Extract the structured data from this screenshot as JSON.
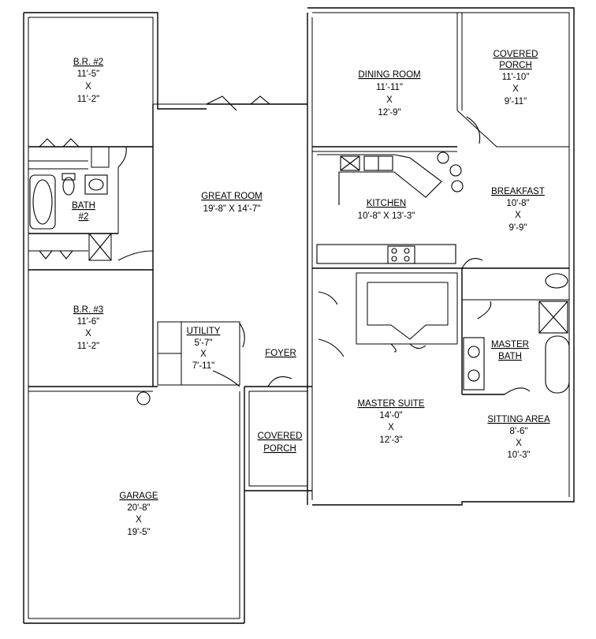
{
  "rooms": {
    "br2": {
      "name": "B.R. #2",
      "w": "11'-5\"",
      "x": "X",
      "h": "11'-2\""
    },
    "bath2": {
      "name": "BATH",
      "num": "#2"
    },
    "br3": {
      "name": "B.R. #3",
      "w": "11'-6\"",
      "x": "X",
      "h": "11'-2\""
    },
    "great_room": {
      "name": "GREAT ROOM",
      "dims": "19'-8\" X 14'-7\""
    },
    "utility": {
      "name": "UTILITY",
      "w": "5'-7\"",
      "x": "X",
      "h": "7'-11\""
    },
    "foyer": {
      "name": "FOYER"
    },
    "covered_porch_front": {
      "name1": "COVERED",
      "name2": "PORCH"
    },
    "garage": {
      "name": "GARAGE",
      "w": "20'-8\"",
      "x": "X",
      "h": "19'-5\""
    },
    "dining": {
      "name": "DINING ROOM",
      "w": "11'-11\"",
      "x": "X",
      "h": "12'-9\""
    },
    "covered_porch_rear": {
      "name1": "COVERED",
      "name2": "PORCH",
      "w": "11'-10\"",
      "x": "X",
      "h": "9'-11\""
    },
    "kitchen": {
      "name": "KITCHEN",
      "dims": "10'-8\" X 13'-3\""
    },
    "breakfast": {
      "name": "BREAKFAST",
      "w": "10'-8\"",
      "x": "X",
      "h": "9'-9\""
    },
    "master_bath": {
      "name1": "MASTER",
      "name2": "BATH"
    },
    "master_suite": {
      "name": "MASTER SUITE",
      "w": "14'-0\"",
      "x": "X",
      "h": "12'-3\""
    },
    "sitting": {
      "name": "SITTING AREA",
      "w": "8'-6\"",
      "x": "X",
      "h": "10'-3\""
    }
  }
}
